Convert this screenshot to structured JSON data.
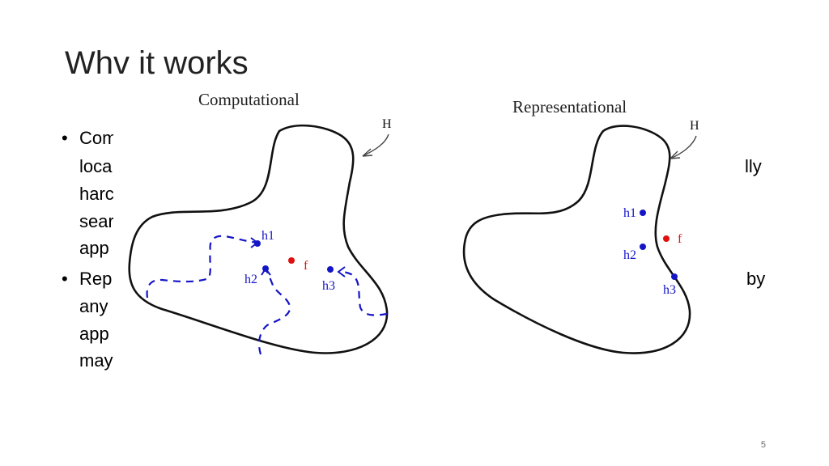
{
  "slide": {
    "title": "Whv it works",
    "page_number": "5",
    "bullets": [
      {
        "bullet": "•",
        "lines": [
          "Com",
          "loca",
          "harc",
          "sear",
          "app"
        ]
      },
      {
        "bullet": "•",
        "lines": [
          "Rep",
          "any",
          "app",
          "may"
        ]
      }
    ],
    "right_fragments": [
      "lly",
      "by"
    ]
  },
  "diagram_left": {
    "title": "Computational",
    "set_label": "H",
    "target_label": "f",
    "hypotheses": [
      "h1",
      "h2",
      "h3"
    ]
  },
  "diagram_right": {
    "title": "Representational",
    "set_label": "H",
    "target_label": "f",
    "hypotheses": [
      "h1",
      "h2",
      "h3"
    ]
  },
  "colors": {
    "hypothesis": "#1515c8",
    "target": "#e01010",
    "outline": "#111111",
    "text": "#222222"
  }
}
